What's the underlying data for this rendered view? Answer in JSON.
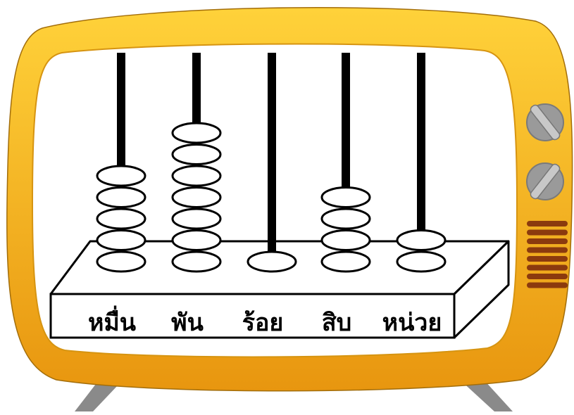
{
  "colors": {
    "tv_frame": "#f5b417",
    "tv_frame_highlight": "#ffd23a",
    "tv_frame_shadow": "#e8960f",
    "tv_outline": "#a26d0a",
    "screen": "#ffffff",
    "legs": "#8a8a8a",
    "knob": "#9a9a9a",
    "speaker_grille": "#8b3a0e",
    "ink": "#000000"
  },
  "icons": {
    "knob": "dial-knob-icon",
    "speaker": "speaker-grille-icon"
  },
  "abacus": {
    "columns": [
      {
        "label": "หมื่น",
        "beads": 5
      },
      {
        "label": "พัน",
        "beads": 7
      },
      {
        "label": "ร้อย",
        "beads": 1
      },
      {
        "label": "สิบ",
        "beads": 4
      },
      {
        "label": "หน่วย",
        "beads": 2
      }
    ]
  }
}
